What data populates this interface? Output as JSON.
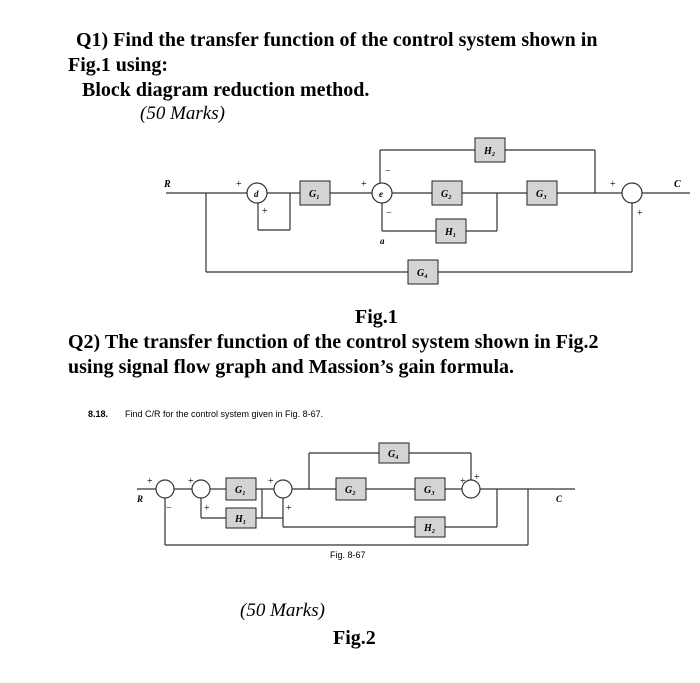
{
  "q1": {
    "line1": "Q1) Find the transfer function of the control system shown in",
    "line2": "Fig.1 using:",
    "line3": "Block diagram reduction method.",
    "marks": "(50 Marks)"
  },
  "fig1": {
    "caption": "Fig.1",
    "labels": {
      "R": "R",
      "C": "C",
      "d": "d",
      "e": "e",
      "a": "a",
      "G1": "G₁",
      "G2": "G₂",
      "G3": "G₃",
      "G4": "G₄",
      "H1": "H₁",
      "H2": "H₂"
    }
  },
  "q2": {
    "line1": "Q2) The transfer function of the control system shown in Fig.2",
    "line2": "using signal flow graph and Massion’s gain formula.",
    "problem_number": "8.18.",
    "problem_text": "Find C/R for the control system given in Fig. 8-67.",
    "fig_label": "Fig. 8-67",
    "marks": "(50 Marks)",
    "caption": "Fig.2"
  },
  "fig2": {
    "labels": {
      "R": "R",
      "C": "C",
      "G1": "G₁",
      "G2": "G₂",
      "G3": "G₃",
      "G4": "G₄",
      "H1": "H₁",
      "H2": "H₂"
    }
  }
}
